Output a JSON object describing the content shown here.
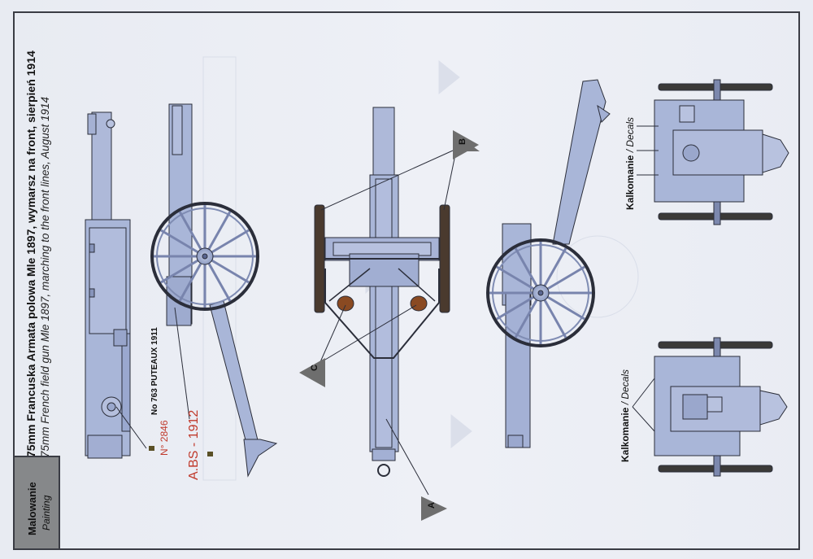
{
  "title": {
    "polish": "75mm Francuska Armata polowa Mle 1897, wymarsz na front, sierpień 1914",
    "english": "75mm French field gun Mle 1897, marching to the front lines, August 1914"
  },
  "section_label": {
    "polish": "Malowanie",
    "english": "Painting"
  },
  "decals": [
    {
      "polish": "Kalkomanie",
      "sep": " / ",
      "english": "Decals"
    },
    {
      "polish": "Kalkomanie",
      "sep": " / ",
      "english": "Decals"
    }
  ],
  "markings": {
    "maker_plate": "No 763 PUTEAUX 1911",
    "serial": "N° 2846",
    "code": "A.BS - 1912"
  },
  "callouts": [
    "A",
    "B",
    "C"
  ],
  "colors": {
    "gun_body": "#a9b6d8",
    "wheel_wood": "#4a3a2e",
    "seat_brown": "#8a4a22",
    "decal_red": "#c0392b",
    "marker_gray": "#6e6e6e",
    "label_box": "#86888a"
  }
}
